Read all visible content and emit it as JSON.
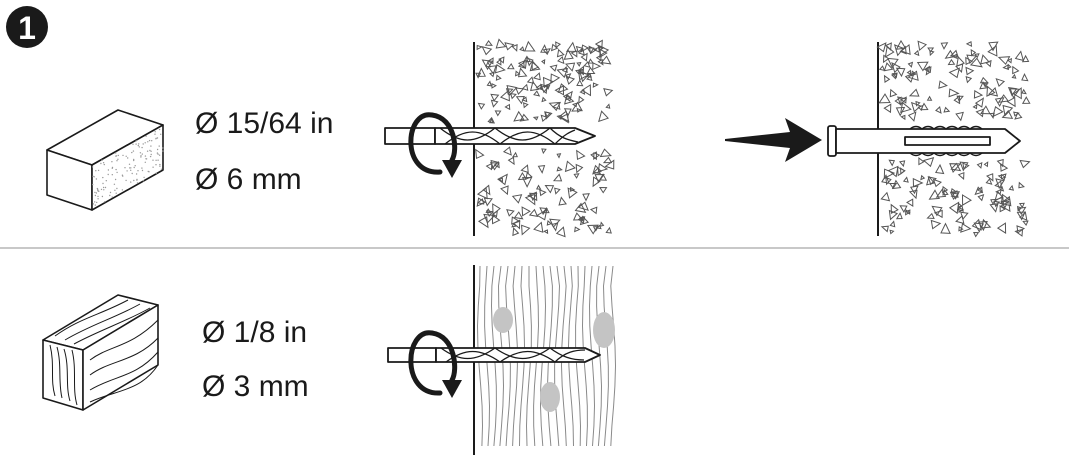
{
  "step": {
    "number": "1"
  },
  "masonry": {
    "diameter_in": "Ø 15/64 in",
    "diameter_mm": "Ø 6 mm"
  },
  "wood": {
    "diameter_in": "Ø 1/8 in",
    "diameter_mm": "Ø 3 mm"
  },
  "icons": {
    "material_top": "brick-icon",
    "material_bottom": "wood-plank-icon",
    "tool": "drill-bit-icon",
    "rotation": "rotation-arrow-icon",
    "insert": "push-arrow-icon",
    "fastener": "wall-plug-icon"
  },
  "colors": {
    "ink": "#1a1a1a",
    "divider": "#c8c8c8",
    "knot": "#c4c4c4"
  }
}
